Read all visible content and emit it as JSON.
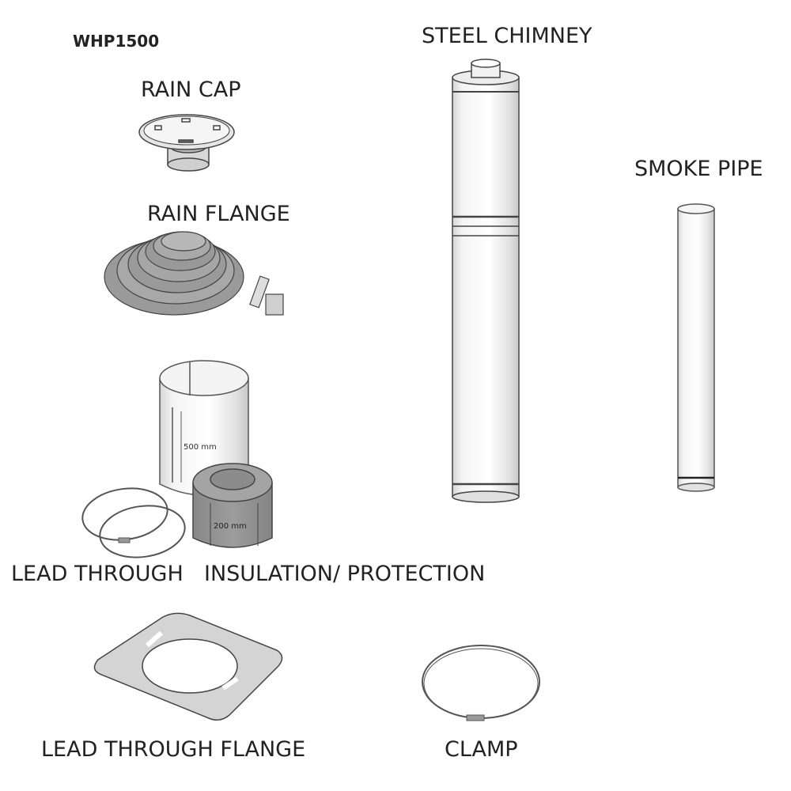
{
  "diagram": {
    "model": "WHP1500",
    "components": [
      {
        "id": "rain-cap",
        "label": "RAIN CAP"
      },
      {
        "id": "rain-flange",
        "label": "RAIN FLANGE"
      },
      {
        "id": "lead-through",
        "label": "LEAD THROUGH"
      },
      {
        "id": "insulation-protection",
        "label": "INSULATION/ PROTECTION"
      },
      {
        "id": "lead-through-flange",
        "label": "LEAD THROUGH FLANGE"
      },
      {
        "id": "steel-chimney",
        "label": "STEEL CHIMNEY"
      },
      {
        "id": "smoke-pipe",
        "label": "SMOKE PIPE"
      },
      {
        "id": "clamp",
        "label": "CLAMP"
      }
    ],
    "dimensions": {
      "protection_height": "500 mm",
      "insulation_height": "200 mm"
    },
    "colors": {
      "outline": "#444444",
      "metal_light": "#eeeeee",
      "metal_mid": "#cfcfcf",
      "rubber": "#9a9a9a",
      "insulation": "#8f8f8f"
    }
  }
}
